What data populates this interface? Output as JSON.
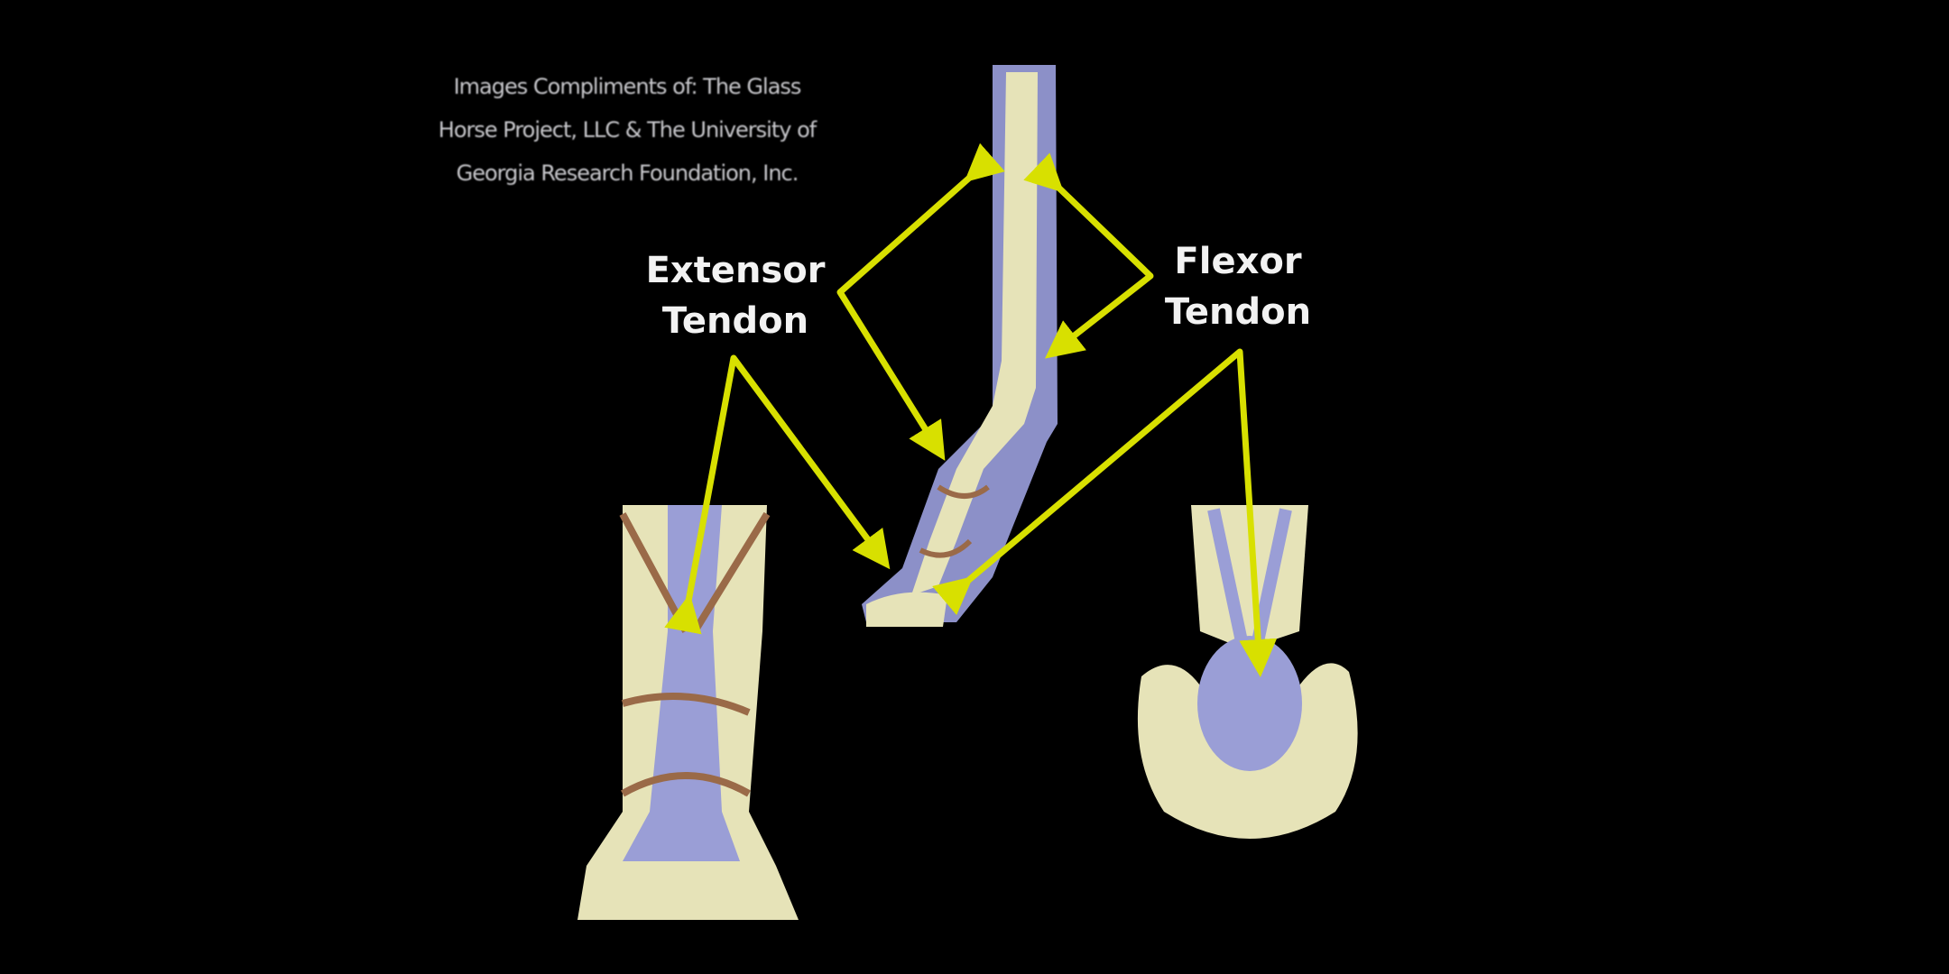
{
  "credit": {
    "lines": [
      "Images Compliments of: The Glass",
      "Horse Project, LLC & The University of",
      "Georgia Research Foundation, Inc."
    ]
  },
  "labels": {
    "extensor": [
      "Extensor",
      "Tendon"
    ],
    "flexor": [
      "Flexor",
      "Tendon"
    ]
  },
  "colors": {
    "arrow": "#d8e000",
    "bone": "#e6e3b8",
    "tendon": "#9a9ed6",
    "ligament": "#9a6a48",
    "background": "#000000"
  }
}
